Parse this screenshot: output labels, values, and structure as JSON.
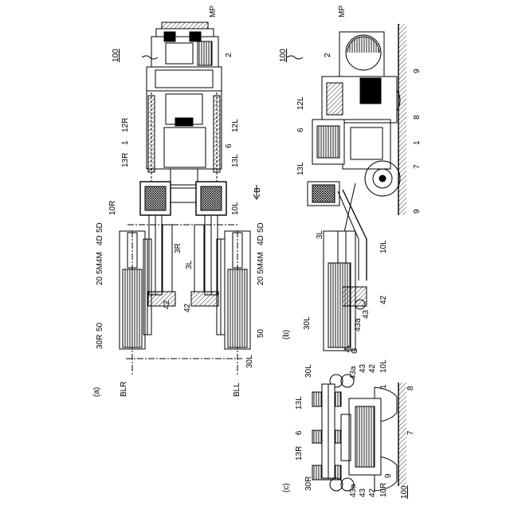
{
  "figure_labels": {
    "a": "(a)",
    "b": "(b)",
    "c": "(c)"
  },
  "view_a": {
    "ref_100": "100",
    "MP": "MP",
    "ref_2": "2",
    "ref_12R": "12R",
    "ref_12L": "12L",
    "ref_1": "1",
    "ref_6": "6",
    "ref_13R": "13R",
    "ref_13L": "13L",
    "arrow_B": "B",
    "ref_10R": "10R",
    "ref_10L": "10L",
    "ref_5D_r": "5D",
    "ref_4D_r": "4D",
    "ref_5D_l": "5D",
    "ref_4D_l": "4D",
    "ref_4M_r": "4M",
    "ref_5M_r": "5M",
    "ref_20_r": "20",
    "ref_4M_l": "4M",
    "ref_5M_l": "5M",
    "ref_20_l": "20",
    "ref_3R": "3R",
    "ref_3L": "3L",
    "ref_42_r": "42",
    "ref_42_l": "42",
    "ref_30R": "30R",
    "ref_50_r": "50",
    "ref_50_l": "50",
    "ref_30L": "30L",
    "BLR": "BLR",
    "BLL": "BLL"
  },
  "view_b": {
    "MP": "MP",
    "ref_100": "100",
    "ref_2": "2",
    "ref_9_top": "9",
    "ref_12L": "12L",
    "ref_8": "8",
    "ref_6": "6",
    "ref_1": "1",
    "ref_13L": "13L",
    "ref_7": "7",
    "ref_9_bottom": "9",
    "ref_3L": "3L",
    "ref_10L": "10L",
    "ref_42": "42",
    "ref_30L": "30L",
    "ref_43": "43",
    "ref_43a": "43a",
    "arrow_C": "C"
  },
  "view_c": {
    "ref_30L": "30L",
    "ref_43a_top": "43a",
    "ref_43_top": "43",
    "ref_42_top": "42",
    "ref_10L": "10L",
    "ref_1": "1",
    "ref_8": "8",
    "ref_13L": "13L",
    "ref_6": "6",
    "ref_7": "7",
    "ref_13R": "13R",
    "ref_9": "9",
    "ref_30R": "30R",
    "ref_43a_bottom": "43a",
    "ref_43_bottom": "43",
    "ref_42_bottom": "42",
    "ref_10R": "10R",
    "ref_100": "100"
  }
}
